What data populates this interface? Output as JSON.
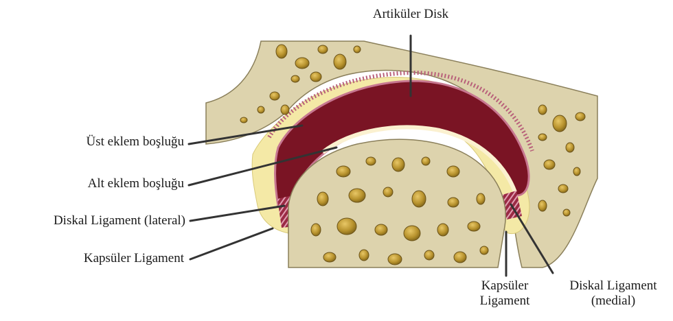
{
  "labels": {
    "artikuler_disk": "Artiküler Disk",
    "ust_eklem": "Üst eklem boşluğu",
    "alt_eklem": "Alt eklem boşluğu",
    "diskal_lateral": "Diskal Ligament (lateral)",
    "kapsuler_left": "Kapsüler Ligament",
    "kapsuler_bottom_line1": "Kapsüler",
    "kapsuler_bottom_line2": "Ligament",
    "diskal_medial_line1": "Diskal Ligament",
    "diskal_medial_line2": "(medial)"
  },
  "colors": {
    "bone": "#ddd3ad",
    "bone_outline": "#8a7f5a",
    "marrow": "#a8892e",
    "disk": "#7a1424",
    "disk_edge": "#b8607a",
    "capsule": "#f4e9a6",
    "leader": "#333333"
  }
}
